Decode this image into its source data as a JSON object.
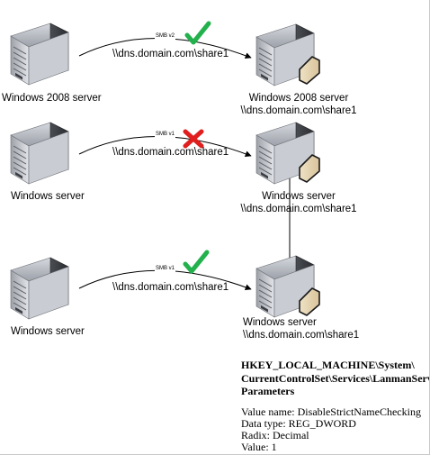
{
  "rows": [
    {
      "left_label": "Windows 2008 server",
      "arrow_label": "\\\\dns.domain.com\\share1",
      "protocol": "SMB v2",
      "status": "check",
      "right_label_1": "Windows 2008 server",
      "right_label_2": "\\\\dns.domain.com\\share1"
    },
    {
      "left_label": "Windows server",
      "arrow_label": "\\\\dns.domain.com\\share1",
      "protocol": "SMB v1",
      "status": "cross",
      "right_label_1": "Windows server",
      "right_label_2": "\\\\dns.domain.com\\share1"
    },
    {
      "left_label": "Windows server",
      "arrow_label": "\\\\dns.domain.com\\share1",
      "protocol": "SMB v1",
      "status": "check",
      "right_label_1": "Windows server",
      "right_label_2": "\\\\dns.domain.com\\share1"
    }
  ],
  "registry": {
    "key_line_1": "HKEY_LOCAL_MACHINE\\System\\",
    "key_line_2": "CurrentControlSet\\Services\\LanmanServer\\",
    "key_line_3": "Parameters",
    "value_name": "Value name: DisableStrictNameChecking",
    "data_type": "Data type: REG_DWORD",
    "radix": "Radix: Decimal",
    "value": "Value: 1"
  },
  "icons": {
    "server": "server-icon",
    "share": "network-share-icon",
    "check": "green-check-icon",
    "cross": "red-x-icon"
  },
  "colors": {
    "check": "#22b14c",
    "cross": "#e01e1e"
  }
}
